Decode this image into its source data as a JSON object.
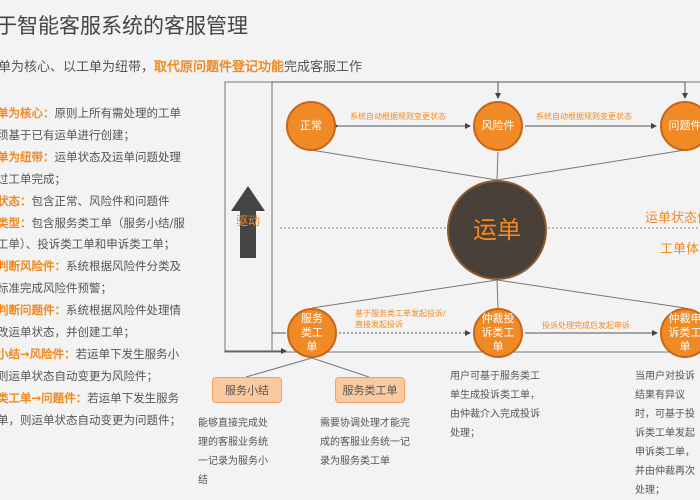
{
  "title": "于智能客服系统的客服管理",
  "subtitle": {
    "before": "单为核心、以工单为纽带，",
    "highlight": "取代原问题件登记功能",
    "after": "完成客服工作"
  },
  "bullets": [
    {
      "key": "单为核心：",
      "text": "原则上所有需处理的工单"
    },
    {
      "key": "",
      "text": "须基于已有运单进行创建；"
    },
    {
      "key": "单为纽带：",
      "text": "运单状态及运单问题处理"
    },
    {
      "key": "",
      "text": "过工单完成；"
    },
    {
      "key": "状态：",
      "text": "包含正常、风险件和问题件"
    },
    {
      "key": "类型：",
      "text": "包含服务类工单（服务小结/服"
    },
    {
      "key": "",
      "text": "工单）、投诉类工单和申诉类工单；"
    },
    {
      "key": "判断风险件：",
      "text": "系统根据风险件分类及"
    },
    {
      "key": "",
      "text": "标准完成风险件预警；"
    },
    {
      "key": "判断问题件：",
      "text": "系统根据风险件处理情"
    },
    {
      "key": "",
      "text": "改运单状态，并创建工单；"
    },
    {
      "key": "小结→风险件：",
      "text": "若运单下发生服务小"
    },
    {
      "key": "",
      "text": "则运单状态自动变更为风险件；"
    },
    {
      "key": "类工单→问题件：",
      "text": "若运单下发生服务"
    },
    {
      "key": "",
      "text": "单，则运单状态自动变更为问题件；"
    }
  ],
  "diagram": {
    "drive_label": "驱动",
    "center": "运单",
    "states": [
      "正常",
      "风险件",
      "问题件"
    ],
    "state_edge_label_1": "系统自动根据规则变更状态",
    "state_edge_label_2": "系统自动根据规则变更状态",
    "tickets": [
      "服务类工单",
      "仲裁投诉类工单",
      "仲裁申诉类工单"
    ],
    "ticket_edge_label_1": "基于服务类工单发起投诉/\n直接发起投诉",
    "ticket_edge_label_2": "投诉处理完成后发起申诉",
    "side_label_top": "运单状态体",
    "side_label_bottom": "工单体系",
    "sub_boxes": [
      "服务小结",
      "服务类工单"
    ],
    "descs": [
      "能够直接完成处理的客服业务统一记录为服务小结",
      "需要协调处理才能完成的客服业务统一记录为服务类工单",
      "用户可基于服务类工单生成投诉类工单，由仲裁介入完成投诉处理；",
      "当用户对投诉结果有异议时，可基于投诉类工单发起申诉类工单，并由仲裁再次处理；"
    ]
  },
  "colors": {
    "accent": "#f08a24",
    "dark": "#4a403a",
    "box": "#fbc99f"
  }
}
